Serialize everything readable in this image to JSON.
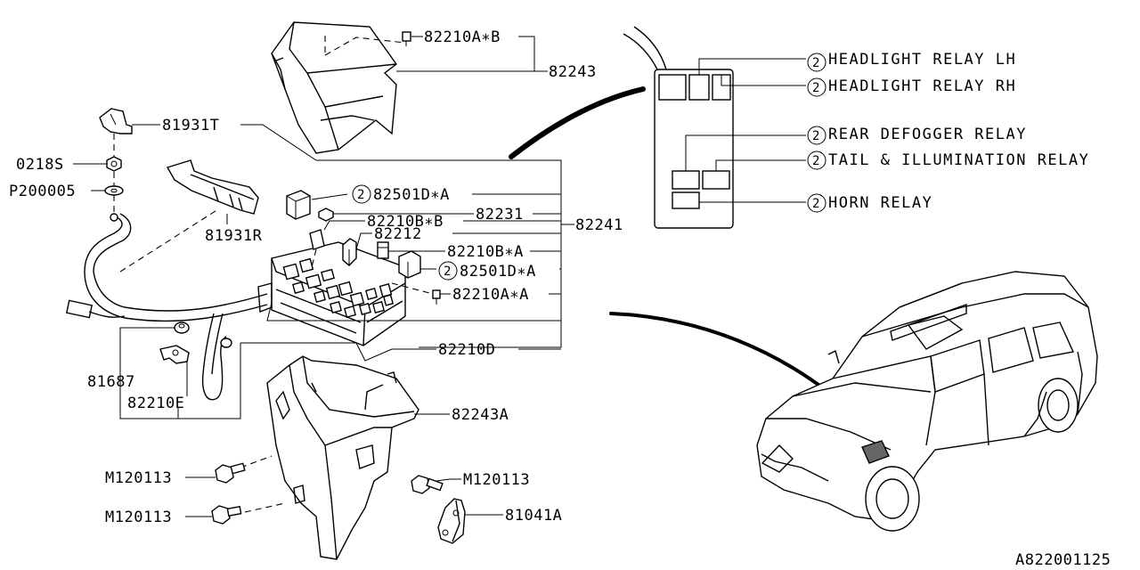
{
  "parts": {
    "p82210A_B": "82210A∗B",
    "p82243": "82243",
    "p81931T": "81931T",
    "p0218S": "0218S",
    "p200005": "P200005",
    "p81931R": "81931R",
    "p82501D_A1": "82501D∗A",
    "p82231": "82231",
    "p82210B_B": "82210B∗B",
    "p82241": "82241",
    "p82212": "82212",
    "p82210B_A": "82210B∗A",
    "p82501D_A2": "82501D∗A",
    "p82210A_A": "82210A∗A",
    "p82210D": "82210D",
    "p81687": "81687",
    "p82210E": "82210E",
    "p82243A": "82243A",
    "pM120113_1": "M120113",
    "pM120113_2": "M120113",
    "pM120113_3": "M120113",
    "p81041A": "81041A"
  },
  "relays": {
    "headlight_lh": "HEADLIGHT RELAY LH",
    "headlight_rh": "HEADLIGHT RELAY RH",
    "rear_defogger": "REAR DEFOGGER RELAY",
    "tail_illumination": "TAIL & ILLUMINATION RELAY",
    "horn": "HORN RELAY"
  },
  "circle_mark": "2",
  "diagram_id": "A822001125"
}
